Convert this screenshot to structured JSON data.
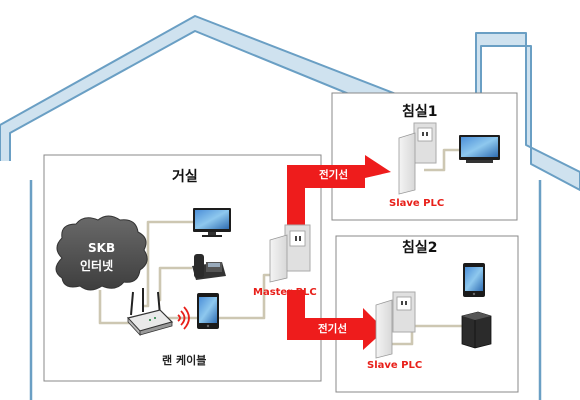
{
  "living_room": {
    "title": "거실"
  },
  "bedroom1": {
    "title": "침실1",
    "plc_label": "Slave PLC"
  },
  "bedroom2": {
    "title": "침실2",
    "plc_label": "Slave PLC"
  },
  "master_plc": {
    "label": "Master PLC"
  },
  "arrows": {
    "top_label": "전기선",
    "bottom_label": "전기선"
  },
  "internet_cloud": {
    "line1": "SKB",
    "line2": "인터넷"
  },
  "lan_cable": {
    "label": "랜 케이블"
  },
  "colors": {
    "house_outline": "#6a9fc4",
    "room_border": "#888888",
    "arrow_red": "#ee1c1c",
    "cable_beige": "#cdc7b2",
    "cloud": "#555555",
    "plc_text": "#e8201a"
  },
  "icons": [
    "router-icon",
    "monitor-icon",
    "phone-icon",
    "tablet-icon",
    "tv-icon",
    "pc-icon",
    "plc-adapter-icon",
    "wall-outlet-icon",
    "wifi-icon",
    "cloud-icon"
  ]
}
